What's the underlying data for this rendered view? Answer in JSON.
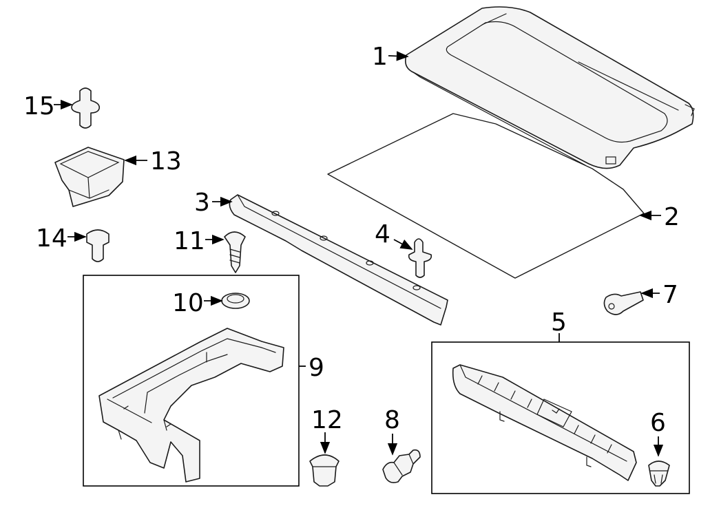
{
  "diagram": {
    "callouts": {
      "c1": "1",
      "c2": "2",
      "c3": "3",
      "c4": "4",
      "c5": "5",
      "c6": "6",
      "c7": "7",
      "c8": "8",
      "c9": "9",
      "c10": "10",
      "c11": "11",
      "c12": "12",
      "c13": "13",
      "c14": "14",
      "c15": "15"
    },
    "line_color": "#000000",
    "part_fill": "#f4f4f4"
  }
}
